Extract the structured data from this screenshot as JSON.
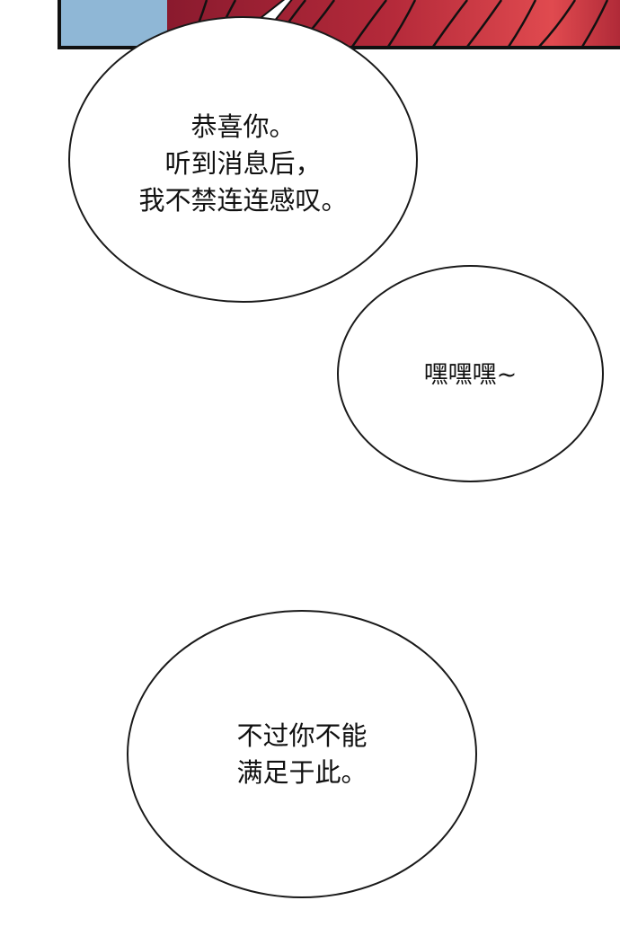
{
  "colors": {
    "panel_blue": "#8fb7d6",
    "panel_red": "#b52a3a",
    "panel_dark_red": "#8a1a2e",
    "border": "#111111",
    "bubble_fill": "#ffffff",
    "text": "#111111"
  },
  "bubbles": [
    {
      "lines": [
        "恭喜你。",
        "听到消息后，",
        "我不禁连连感叹。"
      ]
    },
    {
      "lines": [
        "嘿嘿嘿~"
      ]
    },
    {
      "lines": [
        "不过你不能",
        "满足于此。"
      ]
    }
  ]
}
